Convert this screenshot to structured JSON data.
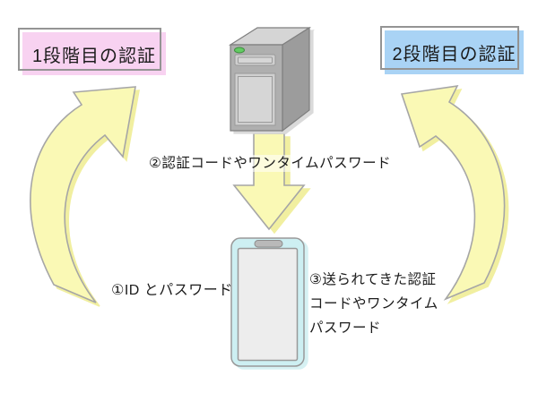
{
  "diagram": {
    "stage_boxes": {
      "stage1": {
        "label": "1段階目の認証",
        "fill": "#F8D2F1"
      },
      "stage2": {
        "label": "2段階目の認証",
        "fill": "#A9D3F5"
      }
    },
    "annotations": {
      "step1": "①ID とパスワード",
      "step2": "②認証コードやワンタイムパスワード",
      "step3_line1": "③送られてきた認証",
      "step3_line2": "コードやワンタイム",
      "step3_line3": "パスワード"
    },
    "icons": {
      "server": "server-tower-icon",
      "smartphone": "smartphone-icon",
      "left_arrow": "curved-arrow-up-right-icon",
      "right_arrow": "curved-arrow-up-left-icon",
      "down_arrow": "block-arrow-down-icon"
    },
    "colors": {
      "arrow_fill": "#FAF9B5",
      "arrow_shadow": "#F1EFA0",
      "arrow_stroke": "#A6A6A6",
      "box_outline": "#949494",
      "server_front": "#AFAFAF",
      "server_top": "#D5D5D5",
      "server_side": "#9C9C9C",
      "server_panel": "#CFCFCF",
      "server_panel_inner": "#D6D6D6",
      "led_green": "#63CC63",
      "led_border": "#3E8E3E",
      "phone_body": "#CDEFF2",
      "phone_screen": "#EDEDED",
      "phone_speaker": "#B9B9B9",
      "text": "#1B1B1B"
    }
  }
}
